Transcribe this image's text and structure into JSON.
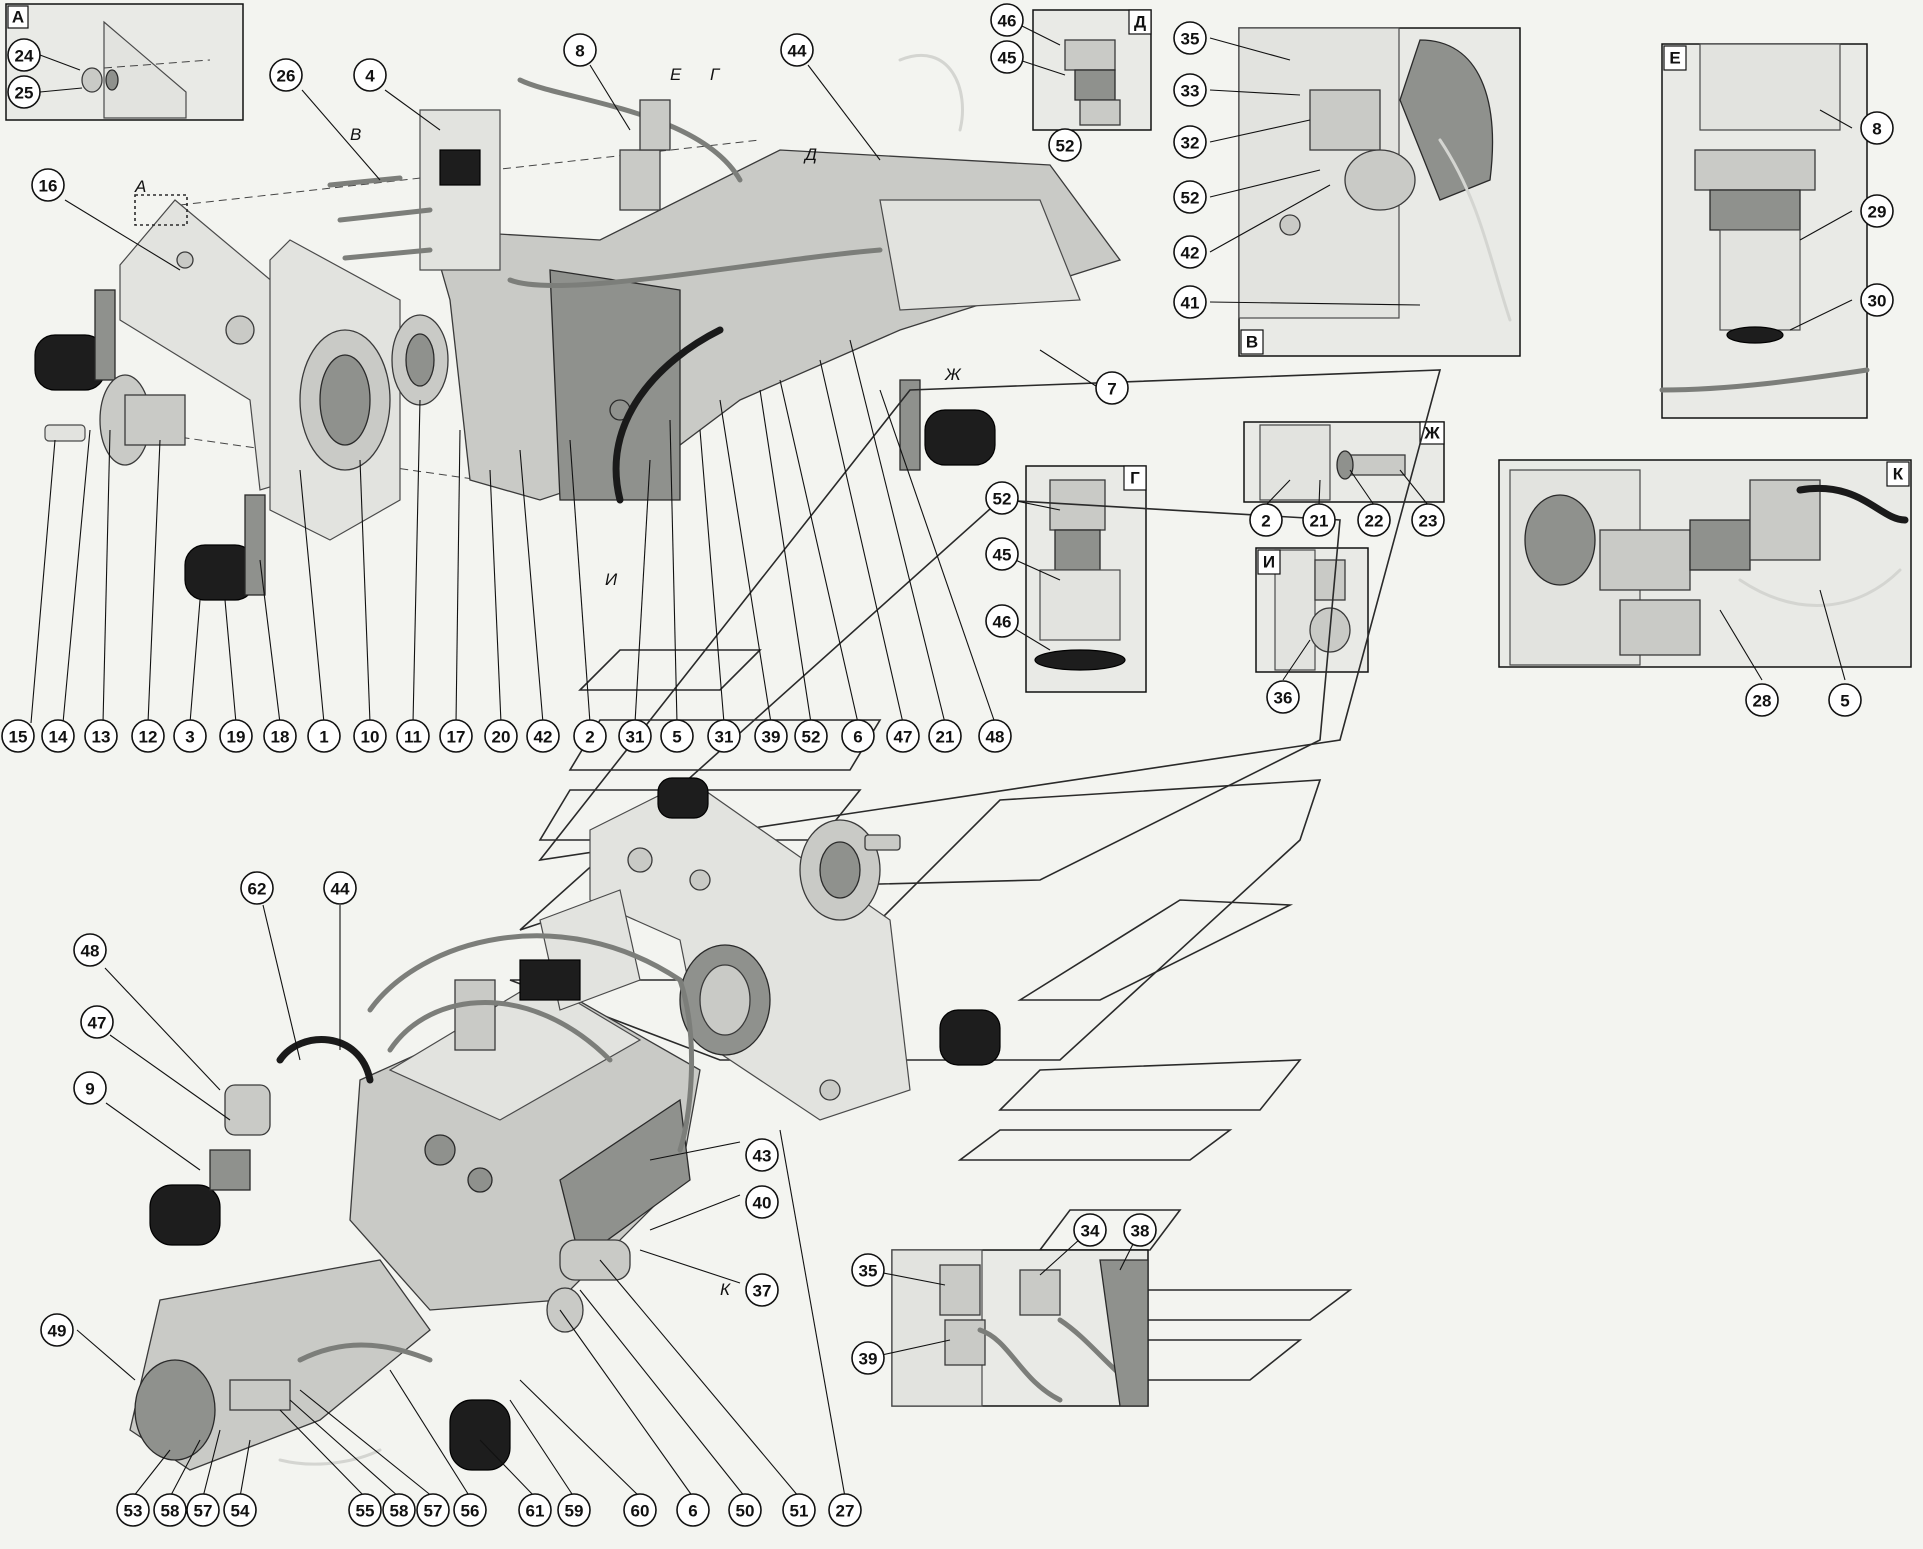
{
  "inset_labels": {
    "A": "А",
    "B": "В",
    "D": "Д",
    "E": "Е",
    "G": "Г",
    "Zh": "Ж",
    "I": "И",
    "K": "К"
  },
  "view_marks": {
    "A": "А",
    "V": "В",
    "E": "Е",
    "G": "Г",
    "D": "Д",
    "Zh": "Ж",
    "I": "И",
    "K": "К"
  },
  "callouts": {
    "c24": "24",
    "c25": "25",
    "c26": "26",
    "c4": "4",
    "c8": "8",
    "c44a": "44",
    "c16": "16",
    "c7": "7",
    "c15": "15",
    "c14": "14",
    "c13": "13",
    "c12": "12",
    "c3": "3",
    "c19": "19",
    "c18": "18",
    "c1": "1",
    "c10": "10",
    "c11": "11",
    "c17": "17",
    "c20": "20",
    "c42a": "42",
    "c2a": "2",
    "c31a": "31",
    "c5a": "5",
    "c31b": "31",
    "c39a": "39",
    "c52a": "52",
    "c6a": "6",
    "c47a": "47",
    "c21a": "21",
    "c48a": "48",
    "d46": "46",
    "d45": "45",
    "d52": "52",
    "v35": "35",
    "v33": "33",
    "v32": "32",
    "v52": "52",
    "v42": "42",
    "v41": "41",
    "e8": "8",
    "e29": "29",
    "e30": "30",
    "g52": "52",
    "g45": "45",
    "g46": "46",
    "zh2": "2",
    "zh21": "21",
    "zh22": "22",
    "zh23": "23",
    "i36": "36",
    "k28": "28",
    "k5": "5",
    "b62": "62",
    "b44": "44",
    "b48": "48",
    "b47": "47",
    "b9": "9",
    "b43": "43",
    "b40": "40",
    "b37": "37",
    "b49": "49",
    "b53": "53",
    "b58a": "58",
    "b57a": "57",
    "b54": "54",
    "b55": "55",
    "b58b": "58",
    "b57b": "57",
    "b56": "56",
    "b61": "61",
    "b59": "59",
    "b60": "60",
    "b6": "6",
    "b50": "50",
    "b51": "51",
    "b27": "27",
    "x35": "35",
    "x39": "39",
    "x34": "34",
    "x38": "38"
  },
  "colors": {
    "background": "#f3f4f0",
    "metal": "#c9cac6",
    "metal_dark": "#8f918d",
    "rubber": "#1d1d1d"
  }
}
